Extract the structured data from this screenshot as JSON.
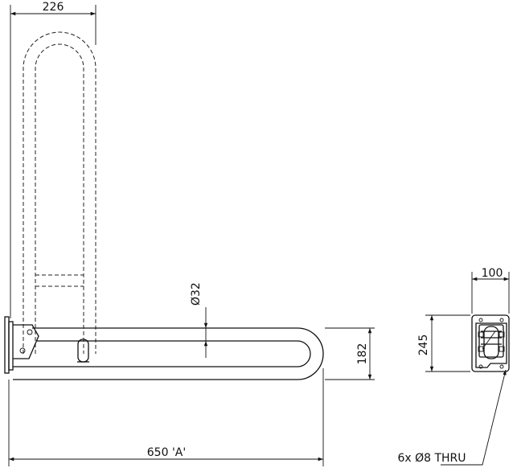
{
  "dimensions": {
    "top_width": "226",
    "tube_diameter": "Ø32",
    "bar_height": "182",
    "overall_length": "650 'A'",
    "plate_width": "100",
    "plate_height": "245",
    "fixing_holes": "6x Ø8 THRU"
  },
  "colors": {
    "line": "#111111",
    "background": "#ffffff"
  }
}
